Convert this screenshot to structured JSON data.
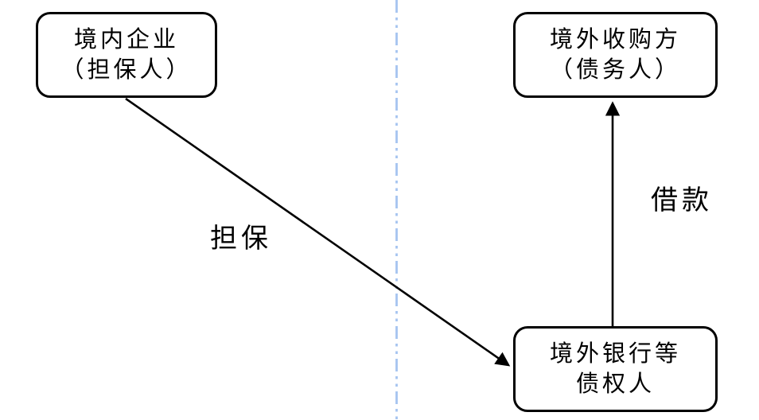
{
  "diagram": {
    "nodes": {
      "domestic_enterprise": {
        "line1": "境内企业",
        "line2": "（担保人）"
      },
      "overseas_acquirer": {
        "line1": "境外收购方",
        "line2": "（债务人）"
      },
      "overseas_creditors": {
        "line1": "境外银行等",
        "line2": "债权人"
      }
    },
    "edges": {
      "guarantee": {
        "label": "担保",
        "from": "domestic_enterprise",
        "to": "overseas_creditors"
      },
      "loan": {
        "label": "借款",
        "from": "overseas_creditors",
        "to": "overseas_acquirer"
      }
    },
    "divider": {
      "orientation": "vertical",
      "style": "dash-dot-dot"
    }
  },
  "colors": {
    "stroke": "#000000",
    "divider": "#A6C4F0",
    "background": "#FFFFFF"
  }
}
